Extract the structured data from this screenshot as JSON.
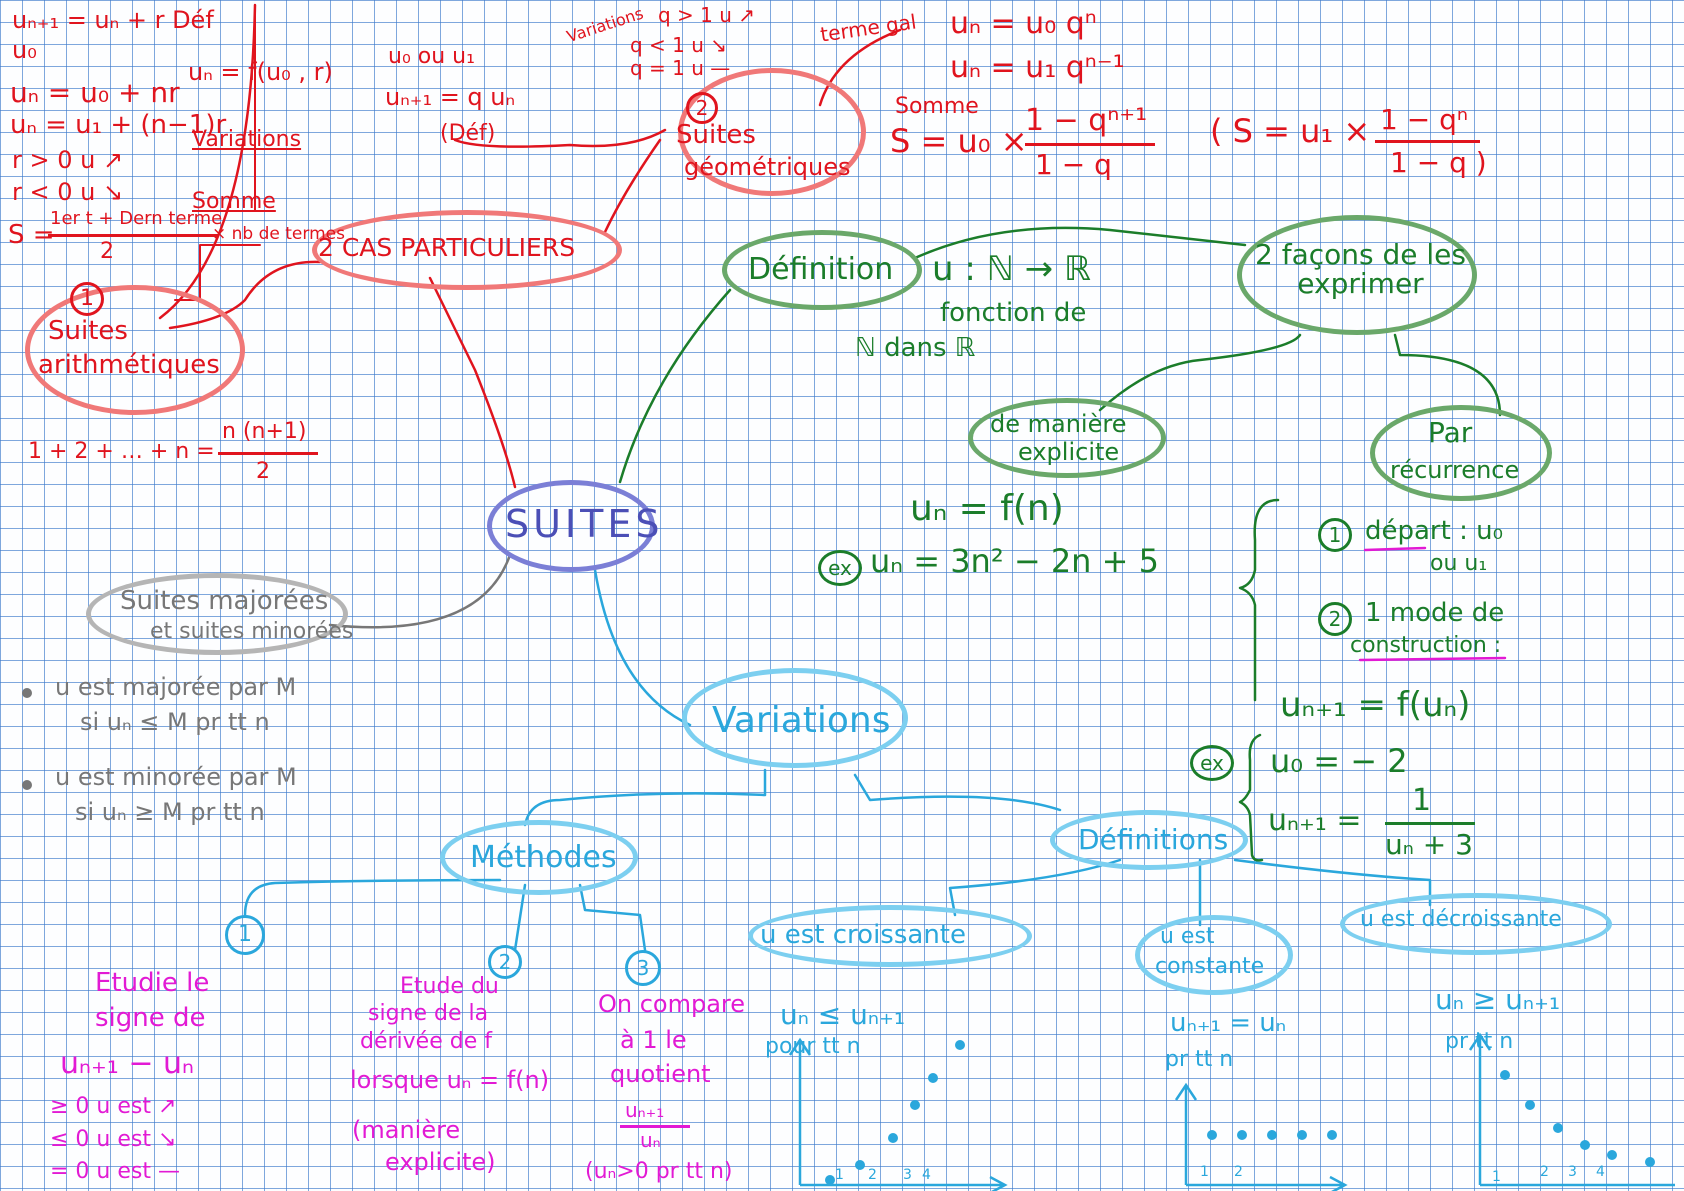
{
  "colors": {
    "red": "#e0141e",
    "green": "#1b7d2a",
    "blue": "#2aa7dc",
    "purple": "#4b4fb6",
    "grey": "#777777",
    "magenta": "#e21ad4"
  },
  "center": {
    "label": "SUITES"
  },
  "particuliers": {
    "label": "2 CAS PARTICULIERS",
    "arith": {
      "num": "1",
      "label1": "Suites",
      "label2": "arithmétiques",
      "notes": [
        "uₙ₊₁ = uₙ + r  Déf",
        "u₀",
        "uₙ = u₀ + nr",
        "uₙ = u₁ + (n−1)r",
        "r > 0  u ↗",
        "r < 0  u ↘"
      ],
      "uf": "uₙ = f(u₀ , r)",
      "variations": "Variations",
      "somme": "Somme",
      "somme_formula_num": "1er t + Dern terme",
      "somme_formula_den": "2",
      "somme_prefix": "S =",
      "somme_suffix": "× nb de termes",
      "sum_left": "1 + 2 + … + n =",
      "sum_num": "n (n+1)",
      "sum_den": "2"
    },
    "geo": {
      "num": "2",
      "label1": "Suites",
      "label2": "géométriques",
      "def1": "u₀ ou u₁",
      "def2": "uₙ₊₁ = q uₙ",
      "def3": "(Déf)",
      "variations": "Variations",
      "var1": "q > 1  u ↗",
      "var2": "q < 1  u ↘",
      "var3": "q = 1  u —",
      "terme": "terme gal",
      "f1": "uₙ = u₀ qⁿ",
      "f2": "uₙ = u₁ qⁿ⁻¹",
      "somme": "Somme",
      "s1_left": "S = u₀ ×",
      "s1_num": "1 − qⁿ⁺¹",
      "s1_den": "1 − q",
      "s2_left": "( S = u₁ ×",
      "s2_num": "1 − qⁿ",
      "s2_den": "1 − q )"
    }
  },
  "definition": {
    "label": "Définition",
    "map": "u : ℕ → ℝ",
    "text1": "fonction de",
    "text2": "ℕ dans ℝ",
    "ways": "2 façons de les exprimer",
    "explicit_label1": "de manière",
    "explicit_label2": "explicite",
    "explicit_formula": "uₙ = f(n)",
    "ex_badge": "ex",
    "explicit_ex": "uₙ = 3n² − 2n + 5",
    "rec_label1": "Par",
    "rec_label2": "récurrence",
    "rec_1_num": "1",
    "rec_1_text": "départ : u₀",
    "rec_1_text2": "ou u₁",
    "rec_2_num": "2",
    "rec_2_text": "1 mode de",
    "rec_2_text2": "construction :",
    "rec_formula": "uₙ₊₁ = f(uₙ)",
    "rec_ex_badge": "ex",
    "rec_ex1": "u₀ = − 2",
    "rec_ex2_left": "uₙ₊₁ =",
    "rec_ex2_num": "1",
    "rec_ex2_den": "uₙ + 3"
  },
  "bounded": {
    "label1": "Suites majorées",
    "label2": "et suites minorées",
    "b1_1": "u est majorée par M",
    "b1_2": "si  uₙ ≤ M pr tt n",
    "b2_1": "u est minorée par M",
    "b2_2": "si  uₙ ≥ M pr tt n"
  },
  "variations": {
    "label": "Variations",
    "methodes": "Méthodes",
    "m1_num": "1",
    "m1": [
      "Etudie le",
      "signe de",
      "uₙ₊₁ − uₙ",
      "≥ 0    u est ↗",
      "≤ 0    u est ↘",
      "= 0    u est —"
    ],
    "m2_num": "2",
    "m2": [
      "Etude du",
      "signe de la",
      "dérivée de f",
      "lorsque uₙ = f(n)",
      "(manière",
      "explicite)"
    ],
    "m3_num": "3",
    "m3": [
      "On compare",
      "à 1 le",
      "quotient",
      "uₙ₊₁",
      "uₙ",
      "(uₙ>0 pr tt n)"
    ],
    "definitions": "Définitions",
    "croissante": "u est croissante",
    "croissante_f1": "uₙ ≤ uₙ₊₁",
    "croissante_f2": "pour tt n",
    "constante1": "u est",
    "constante2": "constante",
    "constante_f1": "uₙ₊₁ = uₙ",
    "constante_f2": "pr tt n",
    "decroissante": "u est décroissante",
    "decroissante_f1": "uₙ ≥ uₙ₊₁",
    "decroissante_f2": "pr tt n",
    "ticks_c": [
      "1",
      "2",
      "3",
      "4"
    ],
    "ticks_k": [
      "1",
      "2"
    ],
    "ticks_d": [
      "1",
      "2",
      "3",
      "4"
    ]
  }
}
